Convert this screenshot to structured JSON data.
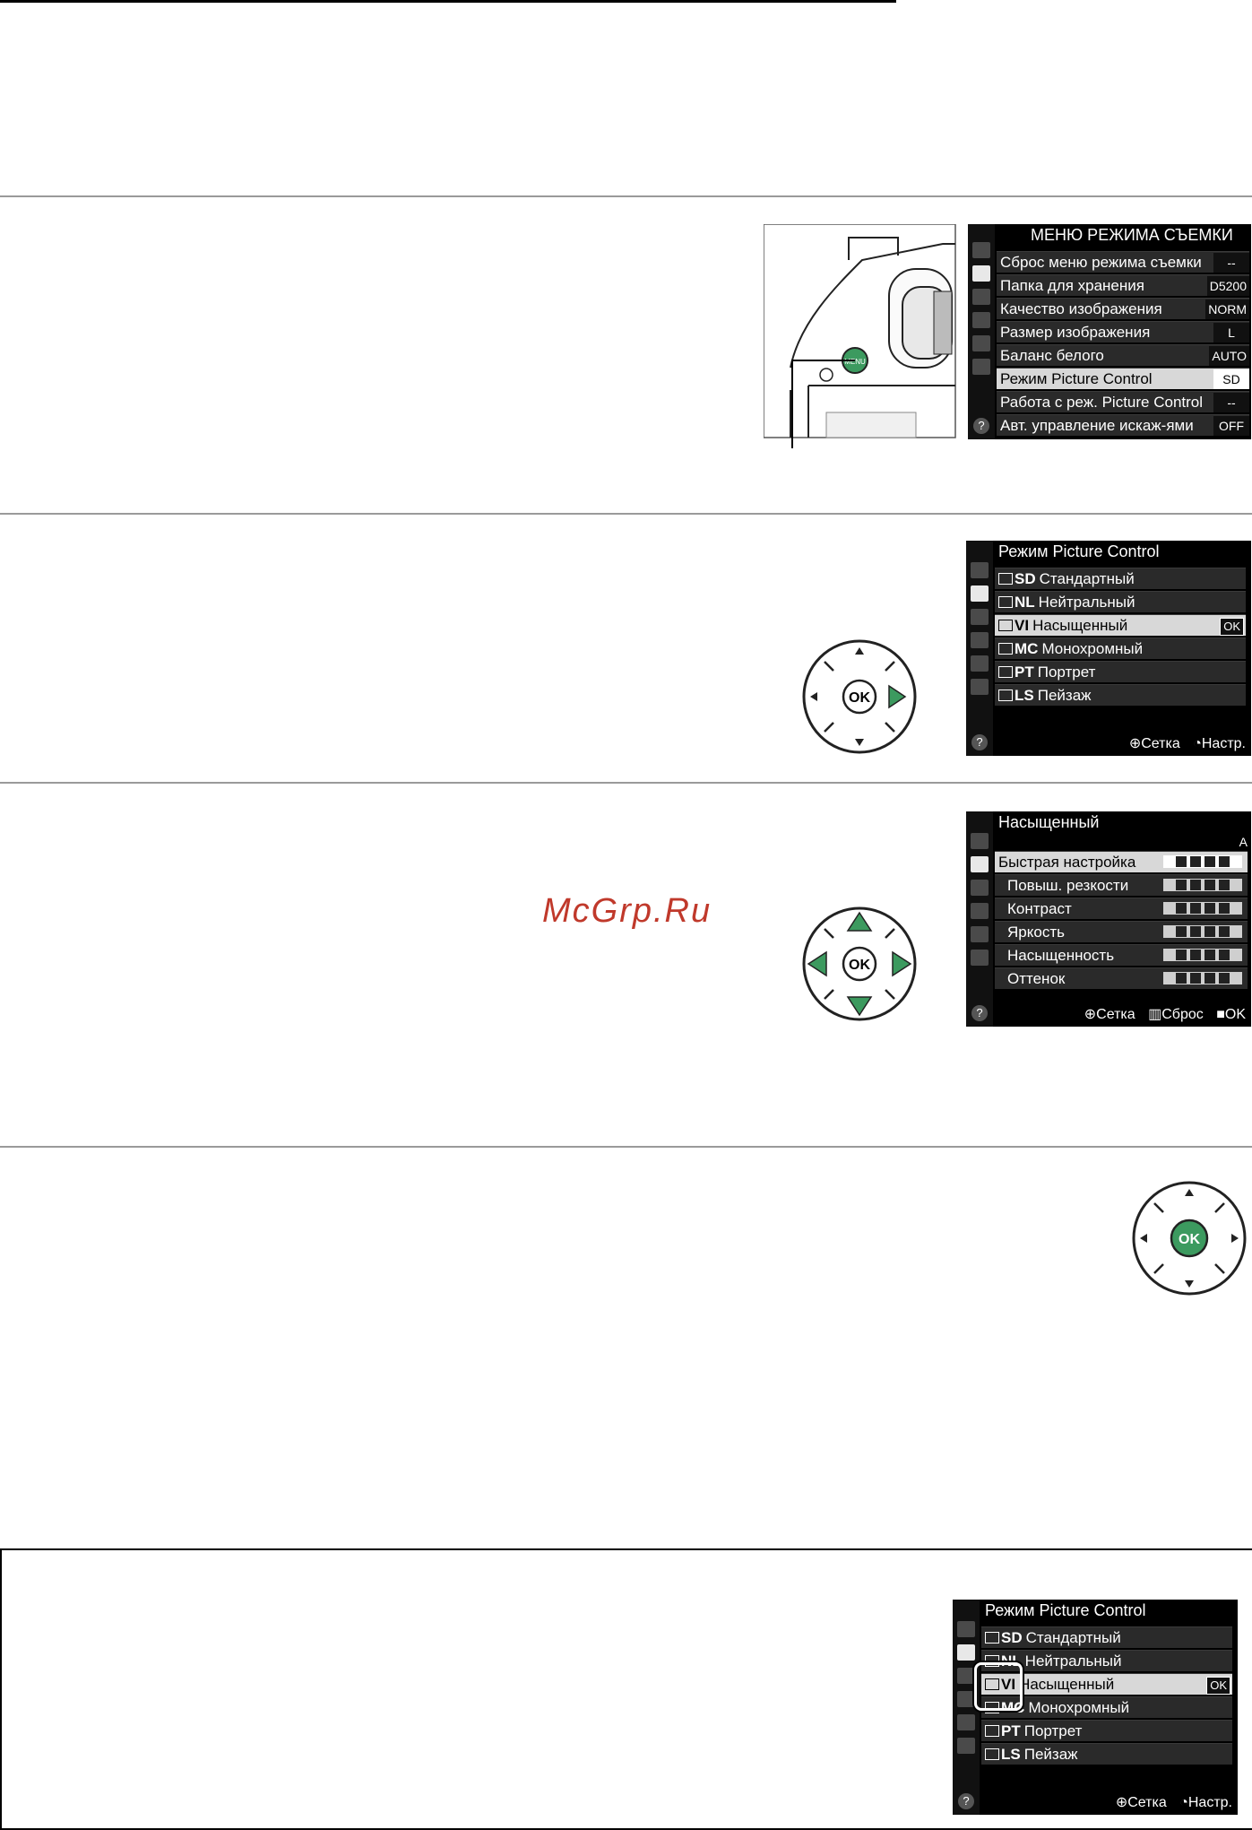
{
  "watermark": "McGrp.Ru",
  "shooting_menu": {
    "title": "МЕНЮ РЕЖИМА СЪЕМКИ",
    "items": [
      {
        "label": "Сброс меню режима съемки",
        "value": "--"
      },
      {
        "label": "Папка для хранения",
        "value": "D5200"
      },
      {
        "label": "Качество изображения",
        "value": "NORM"
      },
      {
        "label": "Размер изображения",
        "value": "L"
      },
      {
        "label": "Баланс белого",
        "value": "AUTO"
      },
      {
        "label": "Режим Picture Control",
        "value": "SD"
      },
      {
        "label": "Работа с реж. Picture Control",
        "value": "--"
      },
      {
        "label": "Авт. управление искаж-ями",
        "value": "OFF"
      }
    ],
    "selected_index": 5
  },
  "camera": {
    "menu_button": "MENU"
  },
  "picture_control": {
    "title": "Режим Picture Control",
    "items": [
      {
        "code": "SD",
        "label": "Стандартный"
      },
      {
        "code": "NL",
        "label": "Нейтральный"
      },
      {
        "code": "VI",
        "label": "Насыщенный"
      },
      {
        "code": "MC",
        "label": "Монохромный"
      },
      {
        "code": "PT",
        "label": "Портрет"
      },
      {
        "code": "LS",
        "label": "Пейзаж"
      }
    ],
    "selected_index": 2,
    "ok_badge": "OK",
    "footer": {
      "grid": "Сетка",
      "adjust": "Настр."
    }
  },
  "vivid_settings": {
    "title": "Насыщенный",
    "badge": "A",
    "items": [
      {
        "label": "Быстрая настройка"
      },
      {
        "label": "Повыш. резкости"
      },
      {
        "label": "Контраст"
      },
      {
        "label": "Яркость"
      },
      {
        "label": "Насыщенность"
      },
      {
        "label": "Оттенок"
      }
    ],
    "selected_index": 0,
    "footer": {
      "grid": "Сетка",
      "reset": "Сброс",
      "ok": "OK"
    }
  },
  "picture_control_2": {
    "title": "Режим Picture Control",
    "items": [
      {
        "code": "SD",
        "label": "Стандартный"
      },
      {
        "code": "NL",
        "label": "Нейтральный"
      },
      {
        "code": "VI",
        "label": "Насыщенный"
      },
      {
        "code": "MC",
        "label": "Монохромный"
      },
      {
        "code": "PT",
        "label": "Портрет"
      },
      {
        "code": "LS",
        "label": "Пейзаж"
      }
    ],
    "selected_index": 2,
    "ok_badge": "OK",
    "footer": {
      "grid": "Сетка",
      "adjust": "Настр."
    }
  },
  "dial": {
    "ok_label": "OK"
  },
  "colors": {
    "accent_green": "#3c9a5f",
    "screen_bg": "#000000",
    "rule": "#9a9a9a"
  }
}
